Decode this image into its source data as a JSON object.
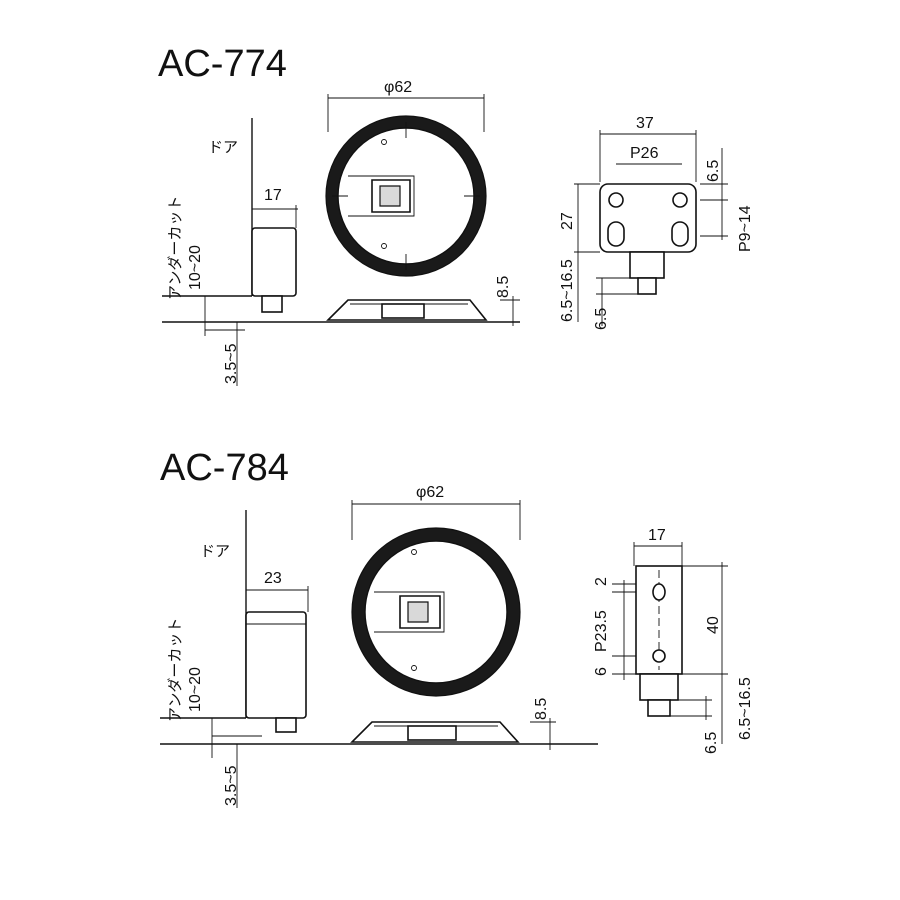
{
  "top": {
    "model": "AC-774",
    "door_label": "ドア",
    "undercut_label": "アンダーカット",
    "undercut_range": "10~20",
    "gap_range": "3.5~5",
    "door_width": "17",
    "disc_dia": "φ62",
    "base_height": "8.5",
    "plate_width": "37",
    "pitch_h": "P26",
    "hole_offset": "6.5",
    "pitch_v": "P9~14",
    "plate_height": "27",
    "stem_range": "6.5~16.5",
    "stem_len": "6.5"
  },
  "bottom": {
    "model": "AC-784",
    "door_label": "ドア",
    "undercut_label": "アンダーカット",
    "undercut_range": "10~20",
    "gap_range": "3.5~5",
    "door_width": "23",
    "disc_dia": "φ62",
    "base_height": "8.5",
    "plate_width": "17",
    "top_offset": "2",
    "pitch_v": "P23.5",
    "bottom_offset": "6",
    "plate_height": "40",
    "stem_range": "6.5~16.5",
    "stem_len": "6.5"
  }
}
